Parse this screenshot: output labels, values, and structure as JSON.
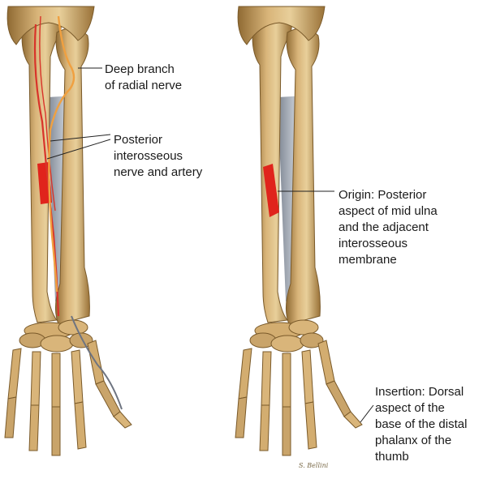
{
  "figure": {
    "left_panel": {
      "labels": {
        "deep_branch": [
          "Deep branch",
          "of radial nerve"
        ],
        "posterior_interosseous": [
          "Posterior",
          "interosseous",
          "nerve and artery"
        ]
      }
    },
    "right_panel": {
      "labels": {
        "origin": [
          "Origin: Posterior",
          "aspect of mid ulna",
          "and the adjacent",
          "interosseous",
          "membrane"
        ],
        "insertion": [
          "Insertion: Dorsal",
          "aspect of the",
          "base of the distal",
          "phalanx of the",
          "thumb"
        ]
      }
    },
    "signature": "S. Bellini"
  },
  "colors": {
    "bone": "#c9a46a",
    "bone_shadow": "#8f6a33",
    "bone_light": "#e8cf9a",
    "muscle_red": "#e0241c",
    "nerve_orange": "#f0a040",
    "artery_red": "#d8332a",
    "membrane_gray": "#8f98a6",
    "leader_line": "#222222"
  }
}
